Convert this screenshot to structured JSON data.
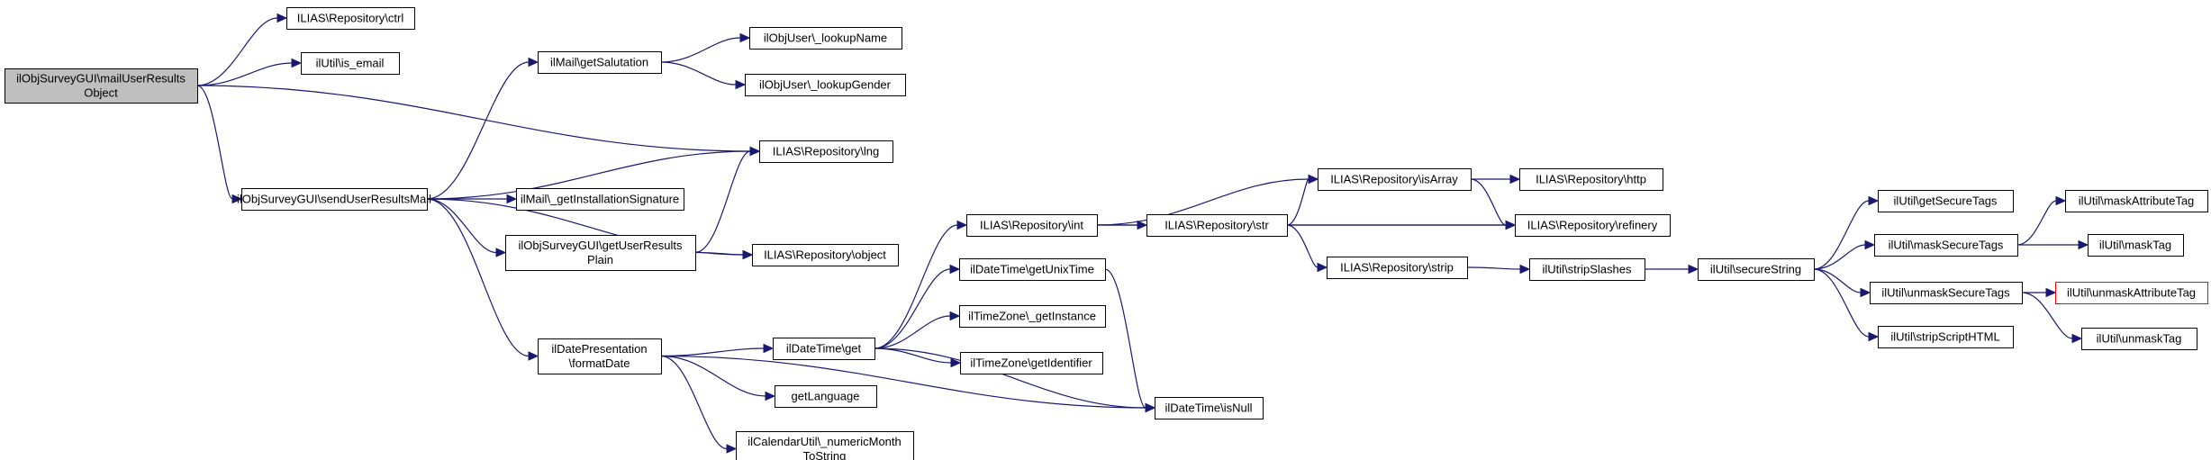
{
  "nodes": [
    {
      "id": "root",
      "lines": [
        "ilObjSurveyGUI\\mailUserResults",
        "Object"
      ],
      "style": "root"
    },
    {
      "id": "ctrl",
      "lines": [
        "ILIAS\\Repository\\ctrl"
      ]
    },
    {
      "id": "is_email",
      "lines": [
        "ilUtil\\is_email"
      ]
    },
    {
      "id": "getSalutation",
      "lines": [
        "ilMail\\getSalutation"
      ]
    },
    {
      "id": "lookupName",
      "lines": [
        "ilObjUser\\_lookupName"
      ]
    },
    {
      "id": "lookupGender",
      "lines": [
        "ilObjUser\\_lookupGender"
      ]
    },
    {
      "id": "lng",
      "lines": [
        "ILIAS\\Repository\\lng"
      ]
    },
    {
      "id": "sendUserResultsMail",
      "lines": [
        "ilObjSurveyGUI\\sendUserResultsMail"
      ]
    },
    {
      "id": "getInstallationSignature",
      "lines": [
        "ilMail\\_getInstallationSignature"
      ]
    },
    {
      "id": "getUserResultsPlain",
      "lines": [
        "ilObjSurveyGUI\\getUserResults",
        "Plain"
      ]
    },
    {
      "id": "object",
      "lines": [
        "ILIAS\\Repository\\object"
      ]
    },
    {
      "id": "formatDate",
      "lines": [
        "ilDatePresentation",
        "\\formatDate"
      ]
    },
    {
      "id": "getLanguage",
      "lines": [
        "getLanguage"
      ]
    },
    {
      "id": "numericMonth",
      "lines": [
        "ilCalendarUtil\\_numericMonth",
        "ToString"
      ]
    },
    {
      "id": "dtget",
      "lines": [
        "ilDateTime\\get"
      ]
    },
    {
      "id": "getUnixTime",
      "lines": [
        "ilDateTime\\getUnixTime"
      ]
    },
    {
      "id": "tzGetInstance",
      "lines": [
        "ilTimeZone\\_getInstance"
      ]
    },
    {
      "id": "tzGetIdentifier",
      "lines": [
        "ilTimeZone\\getIdentifier"
      ]
    },
    {
      "id": "isNull",
      "lines": [
        "ilDateTime\\isNull"
      ]
    },
    {
      "id": "int",
      "lines": [
        "ILIAS\\Repository\\int"
      ]
    },
    {
      "id": "str",
      "lines": [
        "ILIAS\\Repository\\str"
      ]
    },
    {
      "id": "isArray",
      "lines": [
        "ILIAS\\Repository\\isArray"
      ]
    },
    {
      "id": "http",
      "lines": [
        "ILIAS\\Repository\\http"
      ]
    },
    {
      "id": "refinery",
      "lines": [
        "ILIAS\\Repository\\refinery"
      ]
    },
    {
      "id": "strip",
      "lines": [
        "ILIAS\\Repository\\strip"
      ]
    },
    {
      "id": "stripSlashes",
      "lines": [
        "ilUtil\\stripSlashes"
      ]
    },
    {
      "id": "secureString",
      "lines": [
        "ilUtil\\secureString"
      ]
    },
    {
      "id": "getSecureTags",
      "lines": [
        "ilUtil\\getSecureTags"
      ]
    },
    {
      "id": "maskSecureTags",
      "lines": [
        "ilUtil\\maskSecureTags"
      ]
    },
    {
      "id": "unmaskSecureTags",
      "lines": [
        "ilUtil\\unmaskSecureTags"
      ]
    },
    {
      "id": "stripScriptHTML",
      "lines": [
        "ilUtil\\stripScriptHTML"
      ]
    },
    {
      "id": "maskAttributeTag",
      "lines": [
        "ilUtil\\maskAttributeTag"
      ]
    },
    {
      "id": "maskTag",
      "lines": [
        "ilUtil\\maskTag"
      ]
    },
    {
      "id": "unmaskAttributeTag",
      "lines": [
        "ilUtil\\unmaskAttributeTag"
      ],
      "style": "missing"
    },
    {
      "id": "unmaskTag",
      "lines": [
        "ilUtil\\unmaskTag"
      ]
    }
  ],
  "edges": [
    [
      "root",
      "ctrl"
    ],
    [
      "root",
      "is_email"
    ],
    [
      "root",
      "lng"
    ],
    [
      "root",
      "sendUserResultsMail"
    ],
    [
      "getSalutation",
      "lookupName"
    ],
    [
      "getSalutation",
      "lookupGender"
    ],
    [
      "sendUserResultsMail",
      "getSalutation"
    ],
    [
      "sendUserResultsMail",
      "lng"
    ],
    [
      "sendUserResultsMail",
      "getInstallationSignature"
    ],
    [
      "sendUserResultsMail",
      "getUserResultsPlain"
    ],
    [
      "sendUserResultsMail",
      "object"
    ],
    [
      "sendUserResultsMail",
      "formatDate"
    ],
    [
      "getUserResultsPlain",
      "lng"
    ],
    [
      "getUserResultsPlain",
      "object"
    ],
    [
      "formatDate",
      "dtget"
    ],
    [
      "formatDate",
      "getLanguage"
    ],
    [
      "formatDate",
      "numericMonth"
    ],
    [
      "formatDate",
      "isNull"
    ],
    [
      "dtget",
      "int"
    ],
    [
      "dtget",
      "getUnixTime"
    ],
    [
      "dtget",
      "tzGetInstance"
    ],
    [
      "dtget",
      "tzGetIdentifier"
    ],
    [
      "dtget",
      "isNull"
    ],
    [
      "getUnixTime",
      "isNull"
    ],
    [
      "int",
      "isArray"
    ],
    [
      "int",
      "str"
    ],
    [
      "int",
      "refinery"
    ],
    [
      "str",
      "isArray"
    ],
    [
      "str",
      "refinery"
    ],
    [
      "str",
      "strip"
    ],
    [
      "isArray",
      "http"
    ],
    [
      "isArray",
      "refinery"
    ],
    [
      "strip",
      "stripSlashes"
    ],
    [
      "stripSlashes",
      "secureString"
    ],
    [
      "secureString",
      "getSecureTags"
    ],
    [
      "secureString",
      "maskSecureTags"
    ],
    [
      "secureString",
      "unmaskSecureTags"
    ],
    [
      "secureString",
      "stripScriptHTML"
    ],
    [
      "maskSecureTags",
      "maskAttributeTag"
    ],
    [
      "maskSecureTags",
      "maskTag"
    ],
    [
      "unmaskSecureTags",
      "unmaskAttributeTag"
    ],
    [
      "unmaskSecureTags",
      "unmaskTag"
    ]
  ]
}
